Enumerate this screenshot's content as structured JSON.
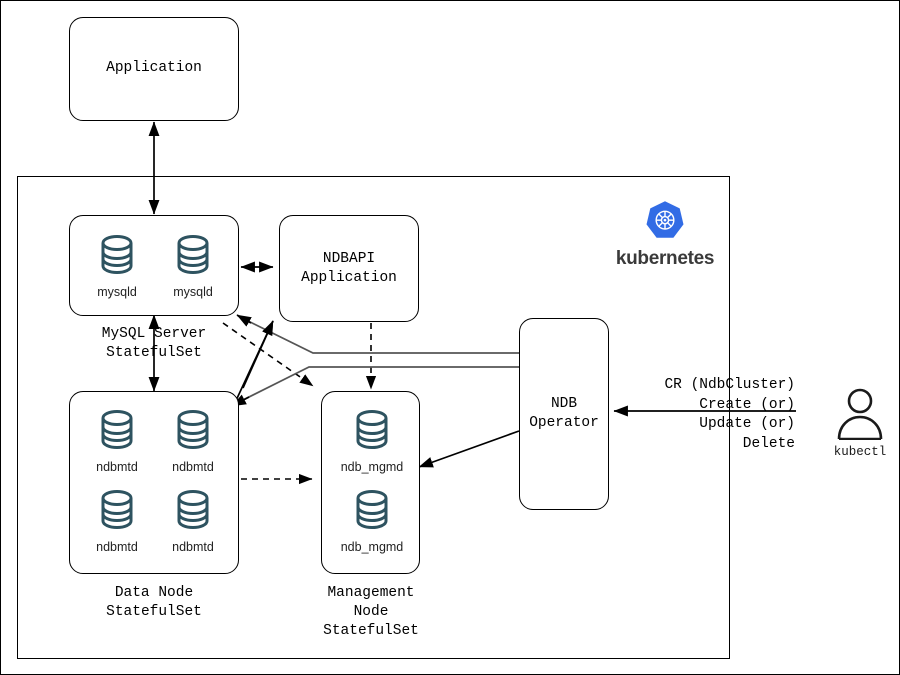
{
  "diagram": {
    "title": "MySQL NDB Cluster Kubernetes Operator architecture",
    "boundary_label": "kubernetes-cluster-boundary"
  },
  "application": {
    "label": "Application"
  },
  "mysql_statefulset": {
    "caption": "MySQL Server\nStatefulSet",
    "nodes": [
      {
        "label": "mysqld",
        "icon": "database-icon"
      },
      {
        "label": "mysqld",
        "icon": "database-icon"
      }
    ]
  },
  "ndbapi": {
    "label": "NDBAPI\nApplication"
  },
  "data_node_statefulset": {
    "caption": "Data Node\nStatefulSet",
    "nodes": [
      {
        "label": "ndbmtd",
        "icon": "database-icon"
      },
      {
        "label": "ndbmtd",
        "icon": "database-icon"
      },
      {
        "label": "ndbmtd",
        "icon": "database-icon"
      },
      {
        "label": "ndbmtd",
        "icon": "database-icon"
      }
    ]
  },
  "management_node_statefulset": {
    "caption": "Management\nNode\nStatefulSet",
    "nodes": [
      {
        "label": "ndb_mgmd",
        "icon": "database-icon"
      },
      {
        "label": "ndb_mgmd",
        "icon": "database-icon"
      }
    ]
  },
  "ndb_operator": {
    "label": "NDB\nOperator"
  },
  "kubernetes_logo": {
    "wordmark": "kubernetes",
    "icon": "kubernetes-helm-icon",
    "color": "#326CE5"
  },
  "kubectl": {
    "label": "kubectl",
    "icon": "user-icon"
  },
  "cr_annotation": {
    "text": "CR (NdbCluster)\nCreate (or)\nUpdate (or)\nDelete"
  },
  "colors": {
    "database_icon": "#2e5360",
    "kubernetes_blue": "#326CE5",
    "stroke": "#000000",
    "double_line": "#5a5a5a"
  }
}
